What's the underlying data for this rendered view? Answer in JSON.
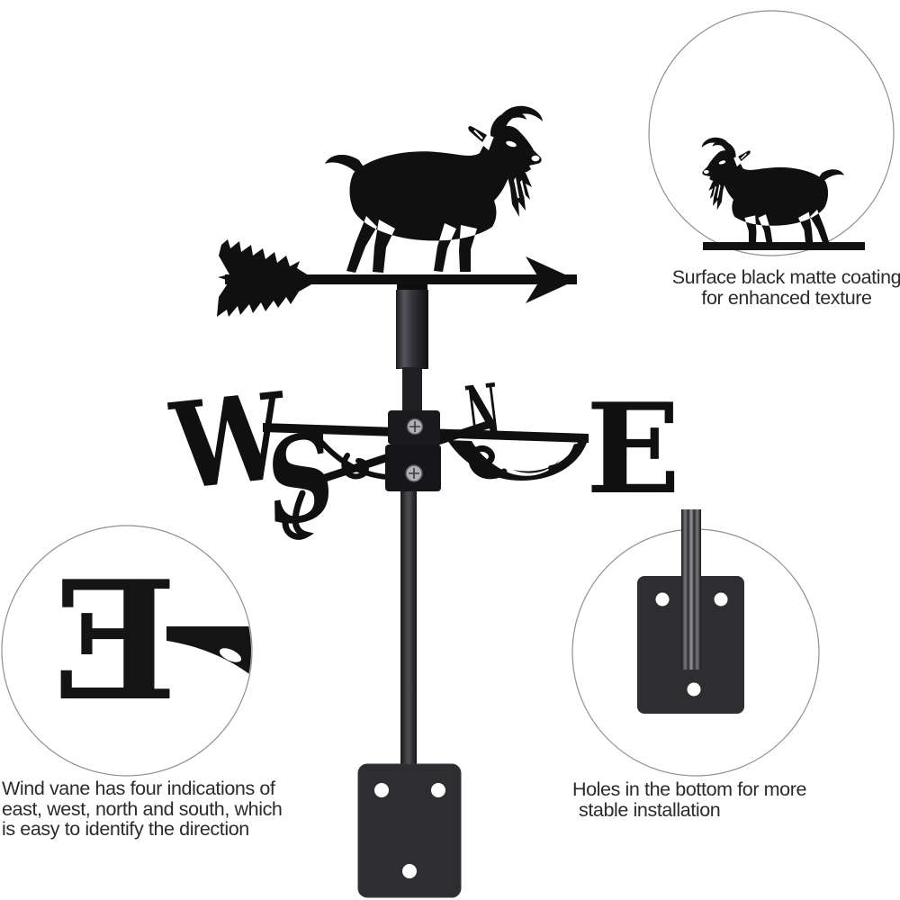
{
  "callouts": {
    "coating": {
      "lines": [
        "Surface black matte coating",
        "for enhanced texture"
      ]
    },
    "directions": {
      "lines": [
        "Wind vane has four indications of",
        "east, west, north and south, which",
        "is easy to identify the direction"
      ]
    },
    "holes": {
      "lines": [
        "Holes in the bottom for more",
        "stable installation"
      ]
    }
  },
  "compass": {
    "west": "W",
    "north": "N",
    "east": "E",
    "south": "S"
  },
  "detail": {
    "east_letter": "E"
  },
  "colors": {
    "silhouette": "#101010",
    "rod": "#2f2f33",
    "plate": "#2e2e31",
    "text": "#2b2b2b",
    "circle_border": "#8f8f8f"
  }
}
